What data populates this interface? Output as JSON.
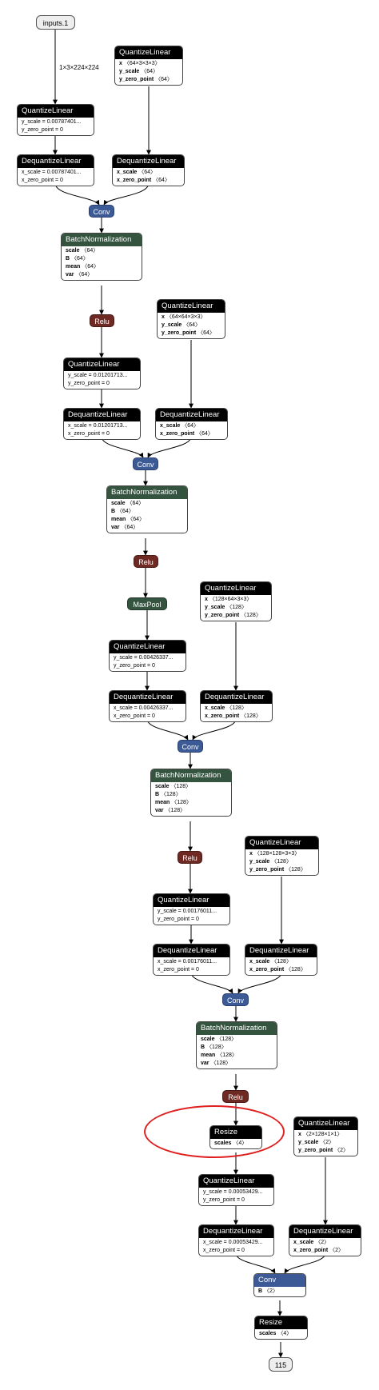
{
  "graph": {
    "input": {
      "label": "inputs.1",
      "shape_label": "1×3×224×224"
    },
    "output": {
      "label": "115"
    },
    "nodes": [
      {
        "id": "w1",
        "op": "QuantizeLinear",
        "rows": [
          {
            "key": "x",
            "val": "〈64×3×3×3〉"
          },
          {
            "key": "y_scale",
            "val": "〈64〉"
          },
          {
            "key": "y_zero_point",
            "val": "〈64〉"
          }
        ]
      },
      {
        "id": "q1",
        "op": "QuantizeLinear",
        "rows": [
          {
            "text": "y_scale = 0.00787401..."
          },
          {
            "text": "y_zero_point = 0"
          }
        ]
      },
      {
        "id": "dq1",
        "op": "DequantizeLinear",
        "rows": [
          {
            "text": "x_scale = 0.00787401..."
          },
          {
            "text": "x_zero_point = 0"
          }
        ]
      },
      {
        "id": "dw1",
        "op": "DequantizeLinear",
        "rows": [
          {
            "key": "x_scale",
            "val": "〈64〉"
          },
          {
            "key": "x_zero_point",
            "val": "〈64〉"
          }
        ]
      },
      {
        "id": "conv1",
        "op": "Conv"
      },
      {
        "id": "bn1",
        "op": "BatchNormalization",
        "rows": [
          {
            "key": "scale",
            "val": "〈64〉"
          },
          {
            "key": "B",
            "val": "〈64〉"
          },
          {
            "key": "mean",
            "val": "〈64〉"
          },
          {
            "key": "var",
            "val": "〈64〉"
          }
        ]
      },
      {
        "id": "relu1",
        "op": "Relu"
      },
      {
        "id": "w2",
        "op": "QuantizeLinear",
        "rows": [
          {
            "key": "x",
            "val": "〈64×64×3×3〉"
          },
          {
            "key": "y_scale",
            "val": "〈64〉"
          },
          {
            "key": "y_zero_point",
            "val": "〈64〉"
          }
        ]
      },
      {
        "id": "q2",
        "op": "QuantizeLinear",
        "rows": [
          {
            "text": "y_scale = 0.01201713..."
          },
          {
            "text": "y_zero_point = 0"
          }
        ]
      },
      {
        "id": "dq2",
        "op": "DequantizeLinear",
        "rows": [
          {
            "text": "x_scale = 0.01201713..."
          },
          {
            "text": "x_zero_point = 0"
          }
        ]
      },
      {
        "id": "dw2",
        "op": "DequantizeLinear",
        "rows": [
          {
            "key": "x_scale",
            "val": "〈64〉"
          },
          {
            "key": "x_zero_point",
            "val": "〈64〉"
          }
        ]
      },
      {
        "id": "conv2",
        "op": "Conv"
      },
      {
        "id": "bn2",
        "op": "BatchNormalization",
        "rows": [
          {
            "key": "scale",
            "val": "〈64〉"
          },
          {
            "key": "B",
            "val": "〈64〉"
          },
          {
            "key": "mean",
            "val": "〈64〉"
          },
          {
            "key": "var",
            "val": "〈64〉"
          }
        ]
      },
      {
        "id": "relu2",
        "op": "Relu"
      },
      {
        "id": "pool",
        "op": "MaxPool"
      },
      {
        "id": "w3",
        "op": "QuantizeLinear",
        "rows": [
          {
            "key": "x",
            "val": "〈128×64×3×3〉"
          },
          {
            "key": "y_scale",
            "val": "〈128〉"
          },
          {
            "key": "y_zero_point",
            "val": "〈128〉"
          }
        ]
      },
      {
        "id": "q3",
        "op": "QuantizeLinear",
        "rows": [
          {
            "text": "y_scale = 0.00426337..."
          },
          {
            "text": "y_zero_point = 0"
          }
        ]
      },
      {
        "id": "dq3",
        "op": "DequantizeLinear",
        "rows": [
          {
            "text": "x_scale = 0.00426337..."
          },
          {
            "text": "x_zero_point = 0"
          }
        ]
      },
      {
        "id": "dw3",
        "op": "DequantizeLinear",
        "rows": [
          {
            "key": "x_scale",
            "val": "〈128〉"
          },
          {
            "key": "x_zero_point",
            "val": "〈128〉"
          }
        ]
      },
      {
        "id": "conv3",
        "op": "Conv"
      },
      {
        "id": "bn3",
        "op": "BatchNormalization",
        "rows": [
          {
            "key": "scale",
            "val": "〈128〉"
          },
          {
            "key": "B",
            "val": "〈128〉"
          },
          {
            "key": "mean",
            "val": "〈128〉"
          },
          {
            "key": "var",
            "val": "〈128〉"
          }
        ]
      },
      {
        "id": "relu3",
        "op": "Relu"
      },
      {
        "id": "w4",
        "op": "QuantizeLinear",
        "rows": [
          {
            "key": "x",
            "val": "〈128×128×3×3〉"
          },
          {
            "key": "y_scale",
            "val": "〈128〉"
          },
          {
            "key": "y_zero_point",
            "val": "〈128〉"
          }
        ]
      },
      {
        "id": "q4",
        "op": "QuantizeLinear",
        "rows": [
          {
            "text": "y_scale = 0.00176011..."
          },
          {
            "text": "y_zero_point = 0"
          }
        ]
      },
      {
        "id": "dq4",
        "op": "DequantizeLinear",
        "rows": [
          {
            "text": "x_scale = 0.00176011..."
          },
          {
            "text": "x_zero_point = 0"
          }
        ]
      },
      {
        "id": "dw4",
        "op": "DequantizeLinear",
        "rows": [
          {
            "key": "x_scale",
            "val": "〈128〉"
          },
          {
            "key": "x_zero_point",
            "val": "〈128〉"
          }
        ]
      },
      {
        "id": "conv4",
        "op": "Conv"
      },
      {
        "id": "bn4",
        "op": "BatchNormalization",
        "rows": [
          {
            "key": "scale",
            "val": "〈128〉"
          },
          {
            "key": "B",
            "val": "〈128〉"
          },
          {
            "key": "mean",
            "val": "〈128〉"
          },
          {
            "key": "var",
            "val": "〈128〉"
          }
        ]
      },
      {
        "id": "relu4",
        "op": "Relu"
      },
      {
        "id": "resize1",
        "op": "Resize",
        "rows": [
          {
            "key": "scales",
            "val": "〈4〉"
          }
        ]
      },
      {
        "id": "w5",
        "op": "QuantizeLinear",
        "rows": [
          {
            "key": "x",
            "val": "〈2×128×1×1〉"
          },
          {
            "key": "y_scale",
            "val": "〈2〉"
          },
          {
            "key": "y_zero_point",
            "val": "〈2〉"
          }
        ]
      },
      {
        "id": "q5",
        "op": "QuantizeLinear",
        "rows": [
          {
            "text": "y_scale = 0.00053429..."
          },
          {
            "text": "y_zero_point = 0"
          }
        ]
      },
      {
        "id": "dq5",
        "op": "DequantizeLinear",
        "rows": [
          {
            "text": "x_scale = 0.00053429..."
          },
          {
            "text": "x_zero_point = 0"
          }
        ]
      },
      {
        "id": "dw5",
        "op": "DequantizeLinear",
        "rows": [
          {
            "key": "x_scale",
            "val": "〈2〉"
          },
          {
            "key": "x_zero_point",
            "val": "〈2〉"
          }
        ]
      },
      {
        "id": "conv5",
        "op": "Conv",
        "rows": [
          {
            "key": "B",
            "val": "〈2〉"
          }
        ]
      },
      {
        "id": "resize2",
        "op": "Resize",
        "rows": [
          {
            "key": "scales",
            "val": "〈4〉"
          }
        ]
      }
    ]
  },
  "colors": {
    "node_header": "#000000",
    "batchnorm_header": "#34543f",
    "conv_header": "#3c5a96",
    "relu": "#6e2923",
    "maxpool": "#34543f",
    "highlight": "#e02020"
  }
}
